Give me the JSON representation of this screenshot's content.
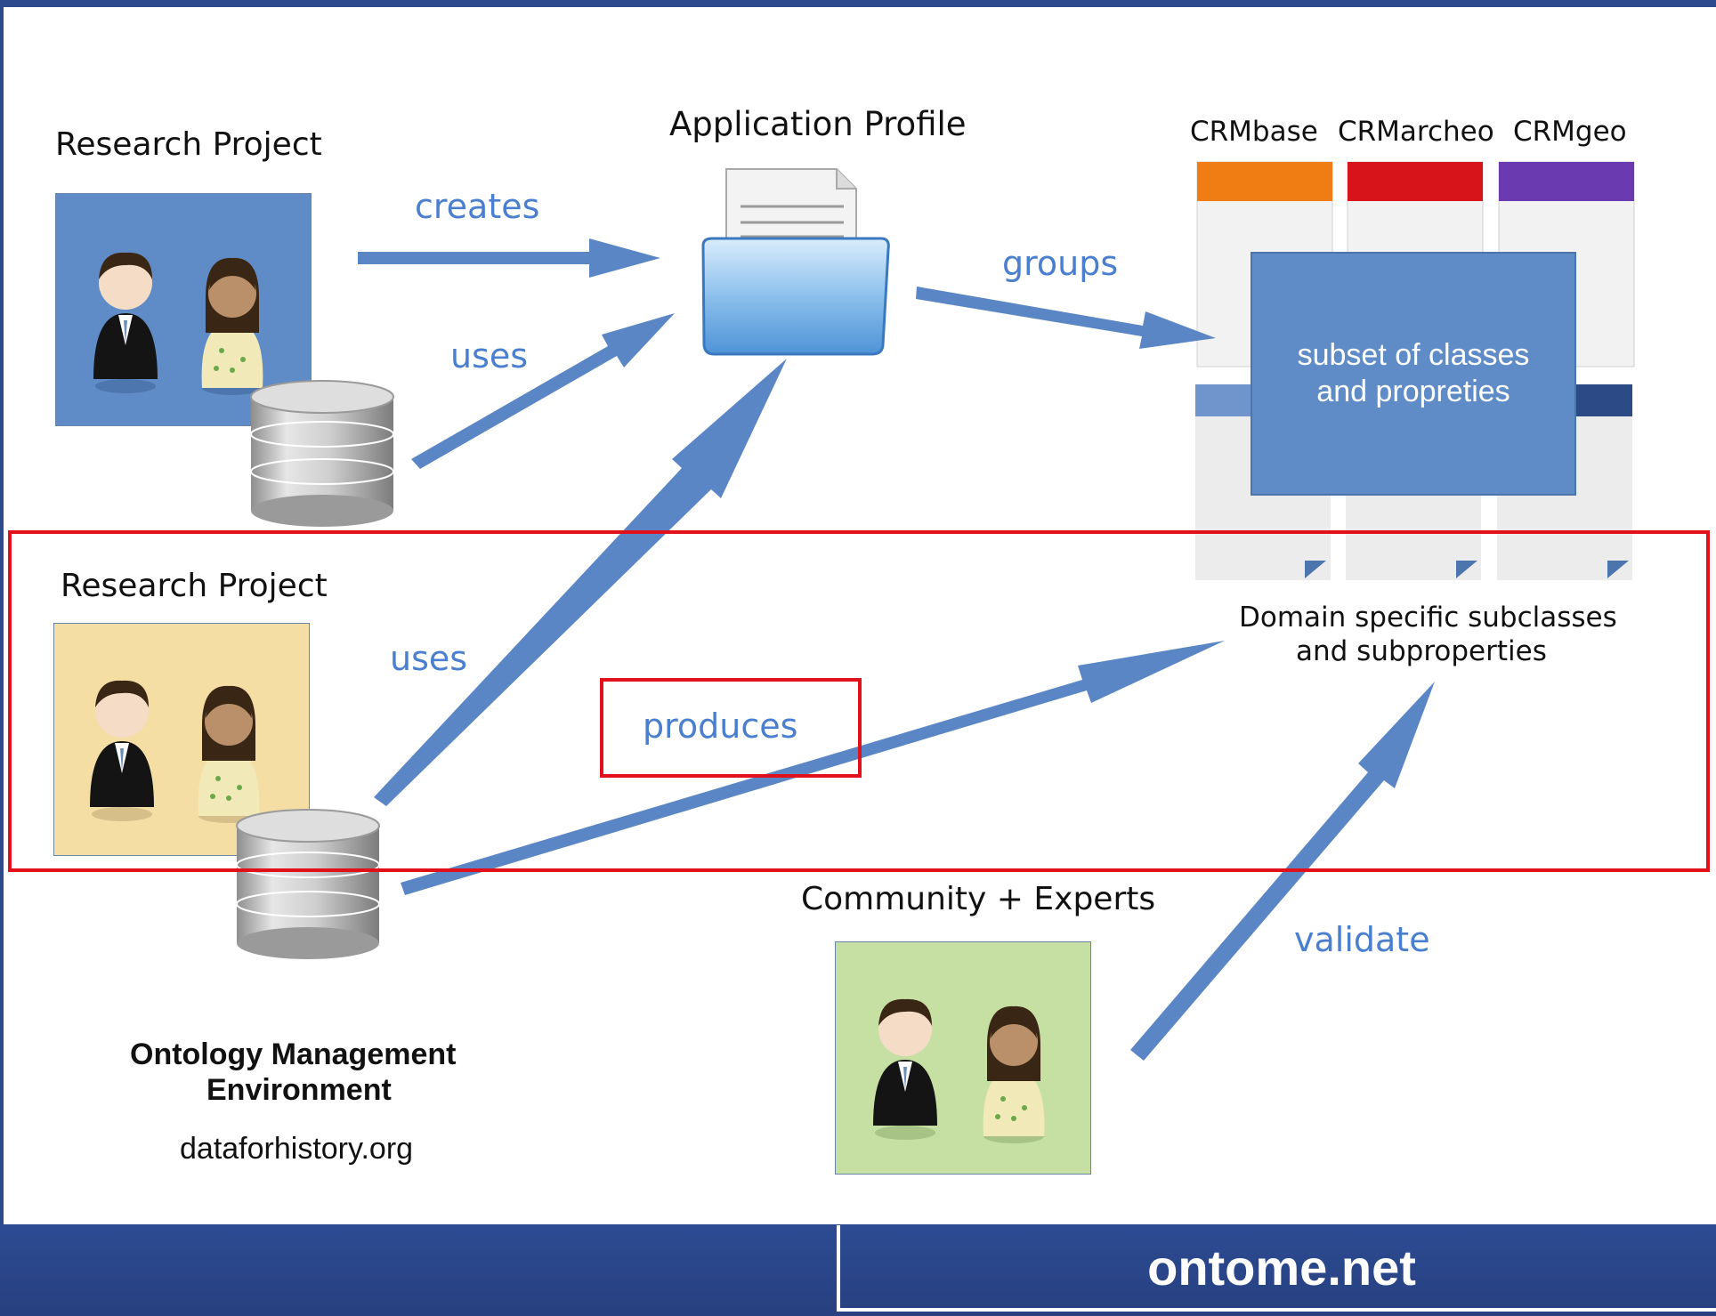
{
  "labels": {
    "research_project_top": "Research Project",
    "research_project_bottom": "Research Project",
    "application_profile": "Application Profile",
    "crm_base": "CRMbase",
    "crm_archeo": "CRMarcheo",
    "crm_geo": "CRMgeo",
    "subset_box": "subset of classes\nand propreties",
    "domain_line1": "Domain specific subclasses",
    "domain_line2": "and subproperties",
    "community": "Community + Experts",
    "ome_line1": "Ontology Management",
    "ome_line2": "Environment",
    "website": "dataforhistory.org",
    "footer": "ontome.net"
  },
  "arrows": {
    "creates": "creates",
    "uses_top": "uses",
    "groups": "groups",
    "uses_bottom": "uses",
    "produces": "produces",
    "validate": "validate"
  },
  "colors": {
    "arrow_blue": "#5b86c5",
    "label_blue": "#4a7fd0",
    "highlight_red": "#e2101a",
    "crmbase_header": "#f07d14",
    "crmarcheo_header": "#d7141a",
    "crmgeo_header": "#6a3ab0",
    "top_project_bg": "#5f8cc7",
    "bottom_project_bg": "#f4dea4",
    "community_bg": "#c6dfa2",
    "background": "#2e4a8e"
  }
}
